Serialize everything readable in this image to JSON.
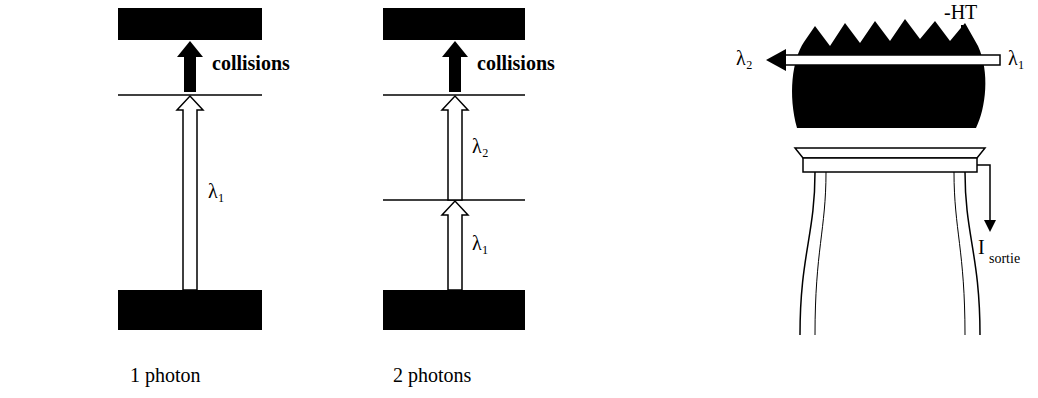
{
  "diagram": {
    "labels": [
      "collisions",
      "λ₁",
      "1 photon",
      "collisions",
      "λ₂",
      "λ₁",
      "2 photons",
      "-HT",
      "λ₂",
      "λ₁",
      "I",
      "sortie"
    ]
  }
}
